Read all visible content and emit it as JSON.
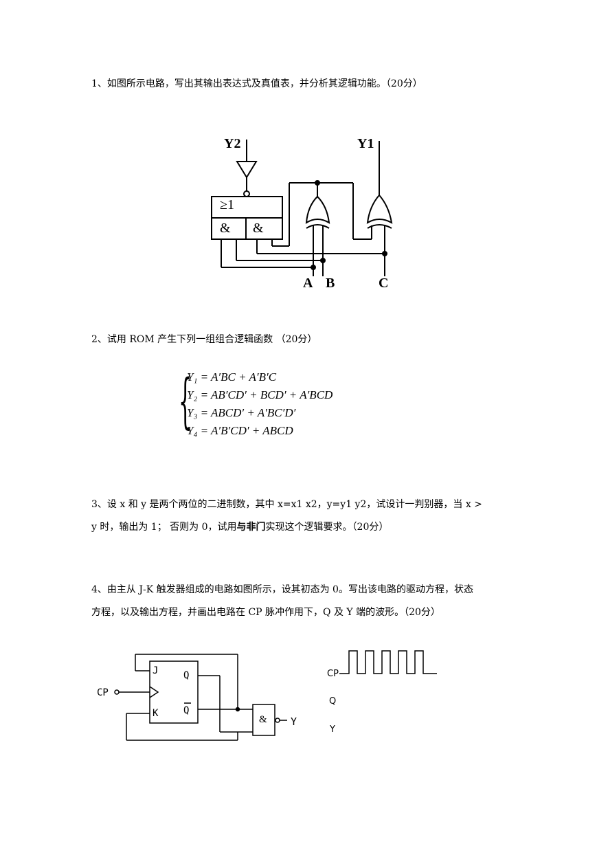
{
  "questions": {
    "q1": "1、如图所示电路，写出其输出表达式及真值表，并分析其逻辑功能。（20分）",
    "q2": "2、试用 ROM 产生下列一组组合逻辑函数 （20分）",
    "q3_line1": "3、设 x 和 y 是两个两位的二进制数，其中 x=x1 x2，y=y1 y2，试设计一判别器，当 x >",
    "q3_line2_pre": "y 时，输出为 1； 否则为 0，试用",
    "q3_line2_bold": "与非门",
    "q3_line2_post": "实现这个逻辑要求。（20分）",
    "q4_line1": "4、由主从 J-K 触发器组成的电路如图所示，设其初态为 0。写出该电路的驱动方程，状态",
    "q4_line2": "方程，以及输出方程，并画出电路在 CP 脉冲作用下，Q 及 Y 端的波形。（20分）"
  },
  "circuit1": {
    "y2": "Y2",
    "y1": "Y1",
    "or_label": "≥1",
    "and_label_left": "&",
    "and_label_right": "&",
    "in_a": "A",
    "in_b": "B",
    "in_c": "C"
  },
  "equations": {
    "y1": "Y₁ = A′BC + A′B′C",
    "y2": "Y₂ = AB′CD′ + BCD′ + A′BCD",
    "y3": "Y₃ = ABCD′ + A′BC′D′",
    "y4": "Y₄ = A′B′CD′ + ABCD"
  },
  "circuit4": {
    "cp_in": "CP",
    "j": "J",
    "k": "K",
    "q": "Q",
    "qbar": "Q",
    "and_gate": "&",
    "out_y": "Y"
  },
  "waveform": {
    "cp": "CP",
    "q": "Q",
    "y": "Y",
    "pulses": 5
  }
}
